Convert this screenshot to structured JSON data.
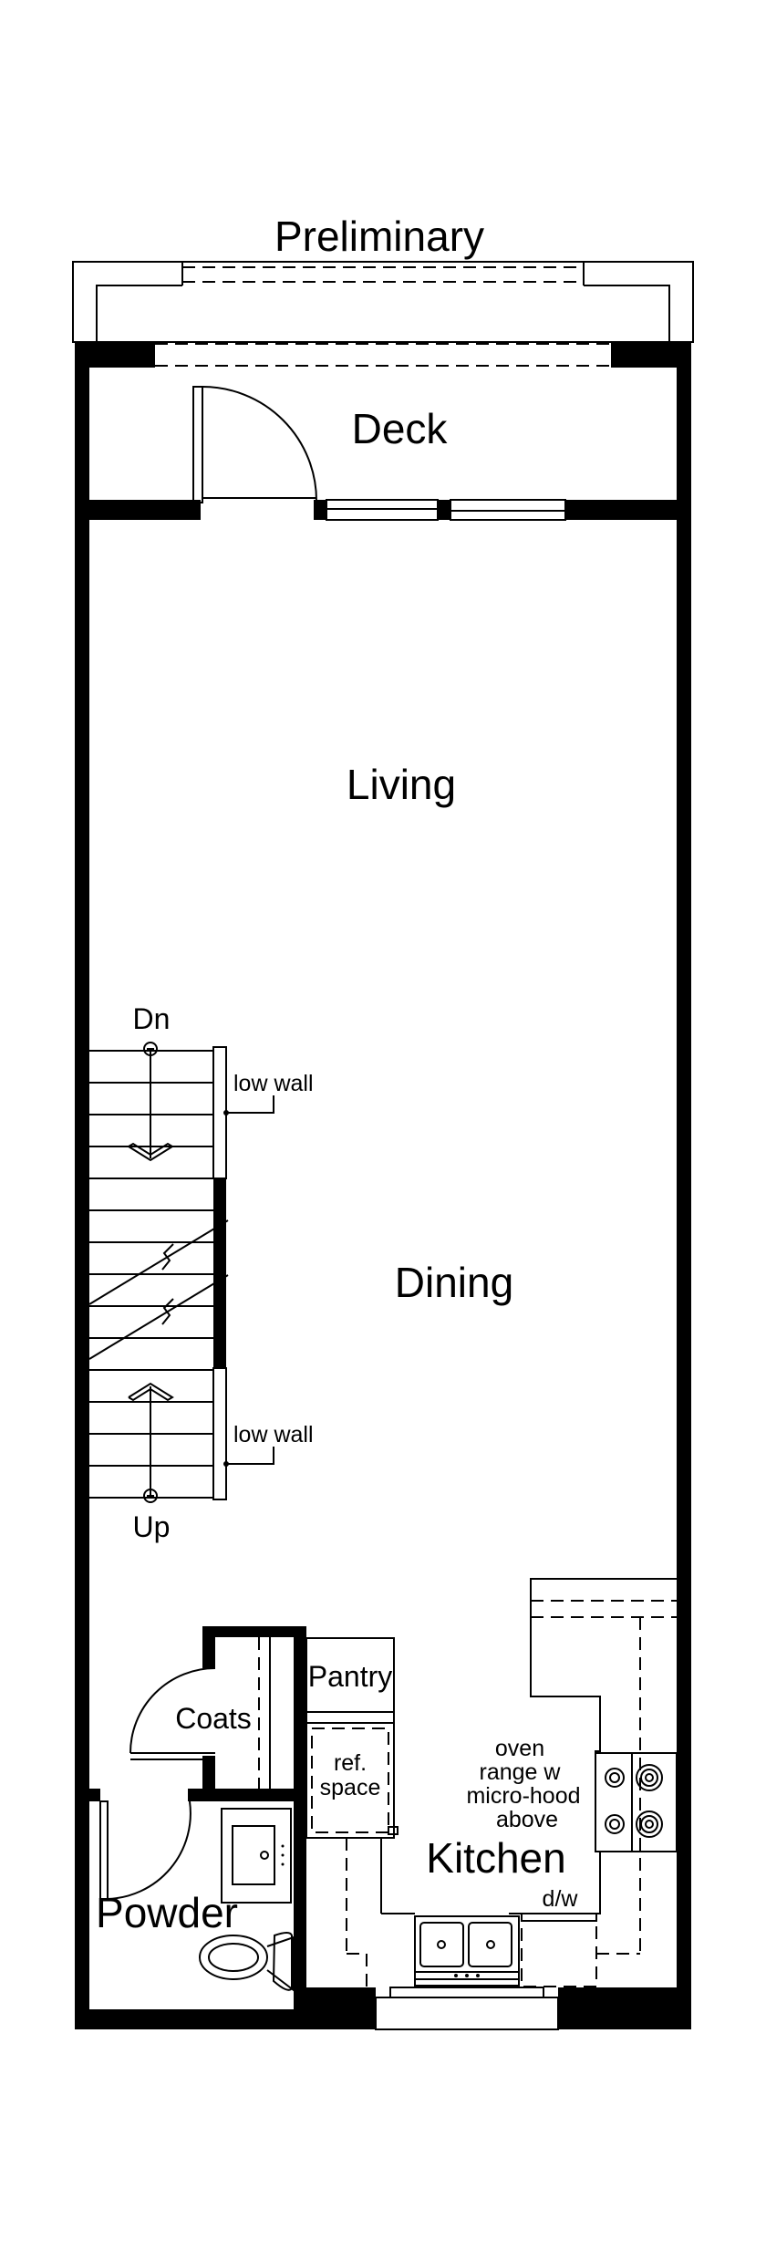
{
  "plan": {
    "title": "Preliminary",
    "rooms": {
      "deck": "Deck",
      "living": "Living",
      "dining": "Dining",
      "kitchen": "Kitchen",
      "powder": "Powder",
      "coats": "Coats",
      "pantry": "Pantry"
    },
    "fixtures": {
      "ref_line1": "ref.",
      "ref_line2": "space",
      "oven_line1": "oven",
      "oven_line2": "range w",
      "oven_line3": "micro-hood",
      "oven_line4": "above",
      "dishwasher": "d/w"
    },
    "stairs": {
      "down": "Dn",
      "up": "Up",
      "low_wall_top": "low wall",
      "low_wall_bottom": "low wall"
    }
  }
}
